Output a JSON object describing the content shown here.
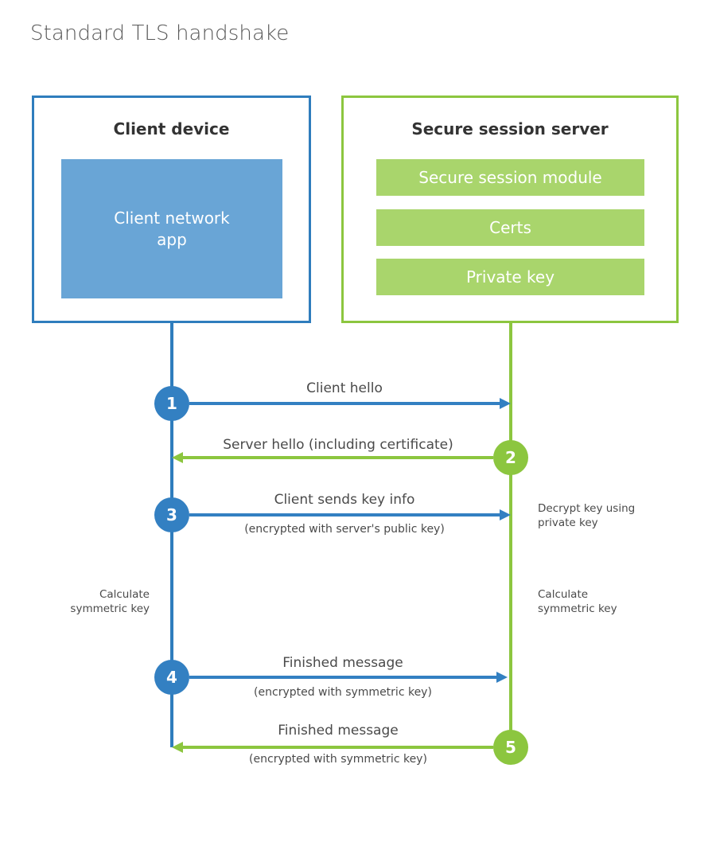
{
  "title": "Standard TLS handshake",
  "colors": {
    "client_blue": "#2f7dbd",
    "client_circle_blue": "#3380c2",
    "client_app_fill": "#69a5d6",
    "server_green": "#8cc63f",
    "server_block_fill": "#a9d56c",
    "text_gray": "#4a4a4a",
    "title_gray": "#595959",
    "heading_dark": "#333333",
    "background": "#ffffff"
  },
  "client": {
    "title": "Client device",
    "app_label": "Client network app"
  },
  "server": {
    "title": "Secure session server",
    "blocks": [
      {
        "label": "Secure session module"
      },
      {
        "label": "Certs"
      },
      {
        "label": "Private key"
      }
    ]
  },
  "steps": [
    {
      "number": "1",
      "label": "Client hello",
      "sublabel": "",
      "direction": "client-to-server",
      "color": "blue"
    },
    {
      "number": "2",
      "label": "Server hello (including certificate)",
      "sublabel": "",
      "direction": "server-to-client",
      "color": "green"
    },
    {
      "number": "3",
      "label": "Client sends key info",
      "sublabel": "(encrypted with server's public key)",
      "direction": "client-to-server",
      "color": "blue"
    },
    {
      "number": "4",
      "label": "Finished message",
      "sublabel": "(encrypted with symmetric key)",
      "direction": "client-to-server",
      "color": "blue"
    },
    {
      "number": "5",
      "label": "Finished message",
      "sublabel": "(encrypted with symmetric key)",
      "direction": "server-to-client",
      "color": "green"
    }
  ],
  "annotations": {
    "decrypt_key": "Decrypt key using\nprivate key",
    "client_calculate": "Calculate\nsymmetric key",
    "server_calculate": "Calculate\nsymmetric key"
  }
}
